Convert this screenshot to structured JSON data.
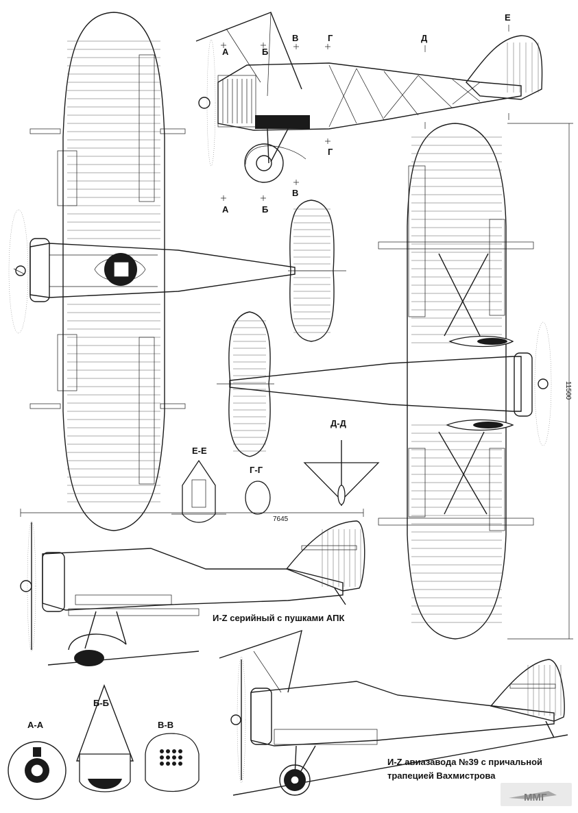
{
  "sections": {
    "a": "А",
    "b": "Б",
    "v": "В",
    "g": "Г",
    "d": "Д",
    "e": "Е",
    "aa": "А-А",
    "bb": "Б-Б",
    "vv": "В-В",
    "gg": "Г-Г",
    "dd": "Д-Д",
    "ee": "Е-Е"
  },
  "dimensions": {
    "span": "11500",
    "length": "7645"
  },
  "captions": {
    "serial_line1": "И-Z серийный с пушками АПК",
    "zavod_line1": "И-Z авиазавода №39 с причальной",
    "zavod_line2": "трапецией Вахмистрова"
  },
  "watermark": "ММГ"
}
